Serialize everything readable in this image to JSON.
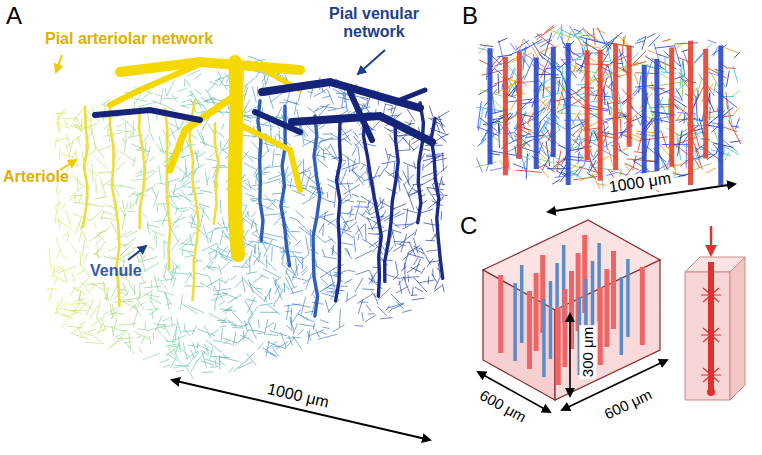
{
  "diagram": {
    "labels": [
      "A",
      "Pial arteriolar network",
      "Pial venular network",
      "Arteriole",
      "Venule",
      "1000 μm",
      "B",
      "1000 μm",
      "C",
      "600 μm",
      "600 μm",
      "300 μm"
    ]
  }
}
